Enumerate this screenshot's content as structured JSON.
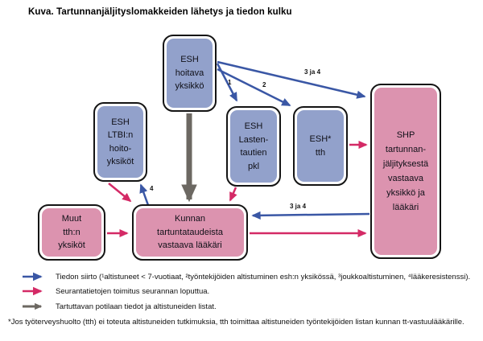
{
  "title": "Kuva. Tartunnanjäljityslomakkeiden lähetys ja tiedon kulku",
  "nodes": {
    "esh_hoitava": {
      "label": "ESH\nhoitava\nyksikkö"
    },
    "esh_ltbi": {
      "label": "ESH\nLTBI:n\nhoito-\nyksiköt"
    },
    "esh_lasten": {
      "label": "ESH\nLasten-\ntautien\npkl"
    },
    "esh_tth": {
      "label": "ESH*\ntth"
    },
    "shp": {
      "label": "SHP\ntartunnan-\njäljityksestä\nvastaava\nyksikkö ja\nlääkäri"
    },
    "muut": {
      "label": "Muut\ntth:n\nyksiköt"
    },
    "kunnan": {
      "label": "Kunnan\ntartuntataudeista\nvastaava lääkäri"
    }
  },
  "arrow_labels": {
    "to_lasten": "1",
    "to_tth": "2",
    "to_shp": "3 ja 4",
    "to_ltbi": "4",
    "shp_to_kunnan": "3 ja 4"
  },
  "legend": {
    "items": [
      {
        "icon": "blue-arrow",
        "text": "Tiedon siirto (¹altistuneet < 7-vuotiaat, ²työntekijöiden altistuminen esh:n yksikössä, ³joukkoaltistuminen, ⁴lääkeresistenssi)."
      },
      {
        "icon": "pink-arrow",
        "text": "Seurantatietojen toimitus seurannan loputtua."
      },
      {
        "icon": "gray-arrow",
        "text": "Tartuttavan potilaan tiedot ja altistuneiden listat."
      }
    ]
  },
  "footnote": "*Jos työterveyshuolto (tth) ei toteuta altistuneiden tutkimuksia, tth toimittaa altistuneiden työntekijöiden listan kunnan tt-vastuulääkärille.",
  "colors": {
    "blue_node": "#92A1CB",
    "pink_node": "#DC93AF",
    "blue_arrow": "#3A57A5",
    "pink_arrow": "#D42A66",
    "gray_arrow": "#6C6862"
  }
}
